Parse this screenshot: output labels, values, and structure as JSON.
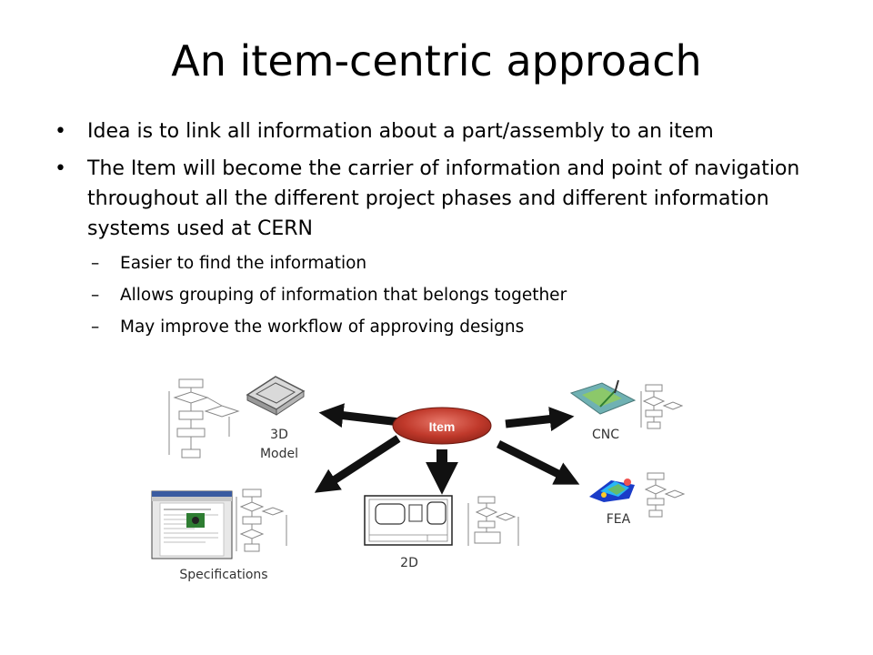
{
  "slide": {
    "title": "An item-centric approach",
    "bullets": [
      "Idea is to link all information about a part/assembly to an item",
      "The Item will become the carrier of information and point of navigation throughout all the different project phases and different information systems used at CERN"
    ],
    "sub_bullets": [
      "Easier to find the information",
      "Allows grouping of information that belongs together",
      "May improve the workflow of approving designs"
    ]
  },
  "diagram": {
    "center_label": "Item",
    "labels": {
      "model_line1": "3D",
      "model_line2": "Model",
      "cnc": "CNC",
      "fea": "FEA",
      "drawing": "2D",
      "specs": "Specifications"
    },
    "colors": {
      "item_fill": "#c0392b",
      "arrow": "#111111"
    }
  }
}
